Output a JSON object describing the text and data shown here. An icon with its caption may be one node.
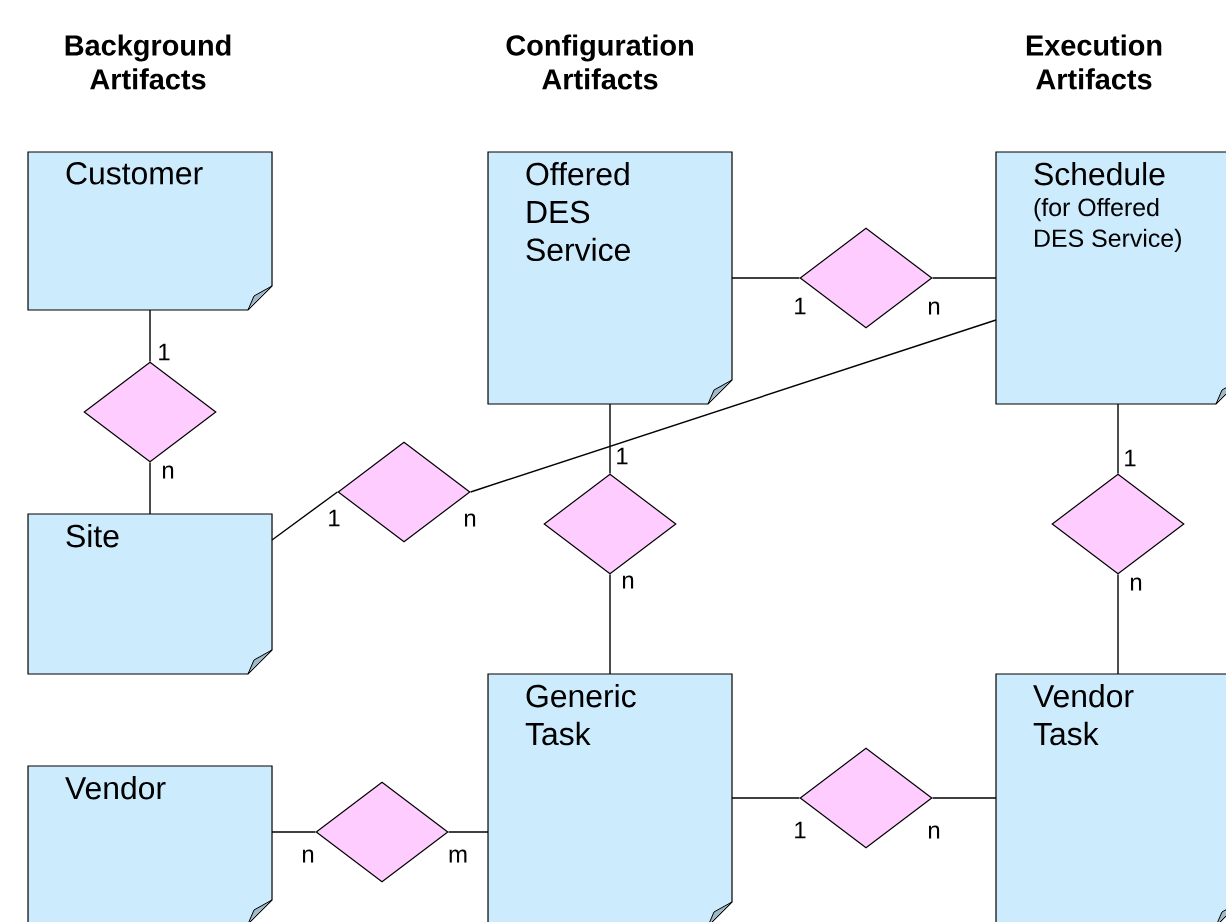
{
  "diagram": {
    "nodes": [
      {
        "text": [
          "Customer"
        ]
      },
      {
        "text": [
          "Offered DES Service"
        ]
      },
      {
        "text": [
          "Schedule",
          "(for Offered DES Service)"
        ]
      },
      {
        "text": [
          "Site"
        ]
      },
      {
        "text": [
          "Generic Task"
        ]
      },
      {
        "text": [
          "Vendor"
        ]
      },
      {
        "text": [
          "Vendor Task"
        ]
      },
      {
        "text": [],
        "shape": "diamond"
      },
      {
        "text": [],
        "shape": "diamond"
      },
      {
        "text": [],
        "shape": "diamond"
      },
      {
        "text": [],
        "shape": "diamond"
      },
      {
        "text": [],
        "shape": "diamond"
      },
      {
        "text": [],
        "shape": "diamond"
      },
      {
        "text": [],
        "shape": "diamond"
      }
    ],
    "edges": [
      {
        "from": 0,
        "to": 8,
        "arrow": "none",
        "label": "1"
      },
      {
        "from": 8,
        "to": 3,
        "arrow": "none",
        "label": "n"
      },
      {
        "from": 3,
        "to": 9,
        "arrow": "none",
        "label": "1"
      },
      {
        "from": 9,
        "to": 2,
        "arrow": "none",
        "label": "n"
      },
      {
        "from": 1,
        "to": 10,
        "arrow": "none",
        "label": "1"
      },
      {
        "from": 10,
        "to": 4,
        "arrow": "none",
        "label": "n"
      },
      {
        "from": 1,
        "to": 7,
        "arrow": "none",
        "label": "1"
      },
      {
        "from": 7,
        "to": 2,
        "arrow": "none",
        "label": "n"
      },
      {
        "from": 2,
        "to": 11,
        "arrow": "none",
        "label": "1"
      },
      {
        "from": 11,
        "to": 6,
        "arrow": "none",
        "label": "n"
      },
      {
        "from": 5,
        "to": 13,
        "arrow": "none",
        "label": "n"
      },
      {
        "from": 13,
        "to": 4,
        "arrow": "none",
        "label": "m"
      },
      {
        "from": 4,
        "to": 12,
        "arrow": "none",
        "label": "1"
      },
      {
        "from": 12,
        "to": 6,
        "arrow": "none",
        "label": "n"
      }
    ],
    "labels": [
      "Background Artifacts",
      "Configuration Artifacts",
      "Execution Artifacts"
    ]
  }
}
